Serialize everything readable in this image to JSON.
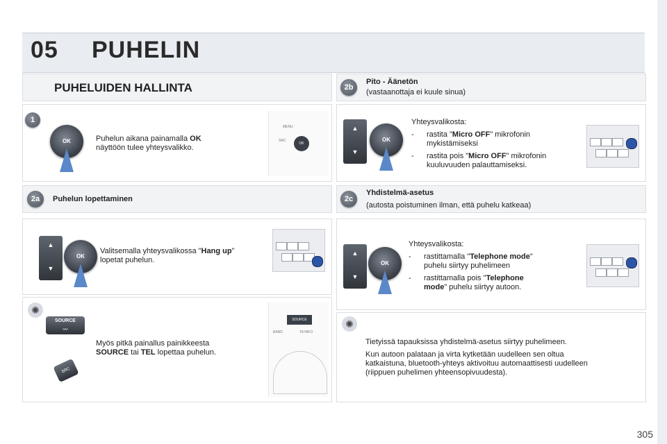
{
  "header": {
    "number": "05",
    "title": "PUHELIN"
  },
  "left": {
    "section_title": "PUHELUIDEN HALLINTA",
    "step1": {
      "badge": "1",
      "knob_label": "OK",
      "text_before": "Puhelun aikana painamalla ",
      "text_bold": "OK",
      "text_after": "näyttöön tulee yhteysvalikko.",
      "figure_labels": [
        "MENU",
        "SRC",
        "OK"
      ]
    },
    "step2a": {
      "badge": "2a",
      "title": "Puhelun lopettaminen",
      "text_before": "Valitsemalla yhteysvalikossa \"",
      "text_bold": "Hang up",
      "text_after": "\"",
      "text_line2": "lopetat puhelun.",
      "knob_label": "OK"
    },
    "tip": {
      "source_label": "SOURCE",
      "src_label": "SRC",
      "text_line1": "Myös pitkä painallus painikkeesta",
      "bold1": "SOURCE",
      "mid": " tai ",
      "bold2": "TEL",
      "text_end": " lopettaa puhelun.",
      "figure_labels": [
        "SOURCE",
        "BAND",
        "TA INFO"
      ]
    }
  },
  "right": {
    "step2b": {
      "badge": "2b",
      "title": "Pito - Äänetön",
      "subtitle": "(vastaanottaja ei kuule sinua)",
      "intro": "Yhteysvalikosta:",
      "item1_pre": "rastita \"",
      "item1_bold": "Micro OFF",
      "item1_post": "\" mikrofonin",
      "item1_line2": "mykistämiseksi",
      "item2_pre": "rastita pois \"",
      "item2_bold": "Micro OFF",
      "item2_post": "\" mikrofonin",
      "item2_line2": "kuuluvuuden palauttamiseksi.",
      "knob_label": "OK"
    },
    "step2c": {
      "badge": "2c",
      "title": "Yhdistelmä-asetus",
      "subtitle": "(autosta poistuminen ilman, että puhelu katkeaa)",
      "intro": "Yhteysvalikosta:",
      "item1_pre": "rastittamalla \"",
      "item1_bold": "Telephone mode",
      "item1_post": "\"",
      "item1_line2": "puhelu siirtyy puhelimeen",
      "item2_pre": "rastittamalla pois \"",
      "item2_bold": "Telephone",
      "item2_bold2": "mode",
      "item2_post": "\" puhelu siirtyy autoon.",
      "knob_label": "OK"
    },
    "tip": {
      "para1": "Tietyissä tapauksissa yhdistelmä-asetus siirtyy puhelimeen.",
      "para2_l1": "Kun autoon palataan ja virta kytketään uudelleen sen oltua",
      "para2_l2": "katkaistuna, bluetooth-yhteys aktivoituu automaattisesti uudelleen",
      "para2_l3": "(riippuen puhelimen yhteensopivuudesta)."
    }
  },
  "page_number": "305",
  "colors": {
    "accent_arrow": "#5a88c8",
    "knob_blue": "#2c55a8",
    "panel_bg": "#f2f3f5"
  }
}
